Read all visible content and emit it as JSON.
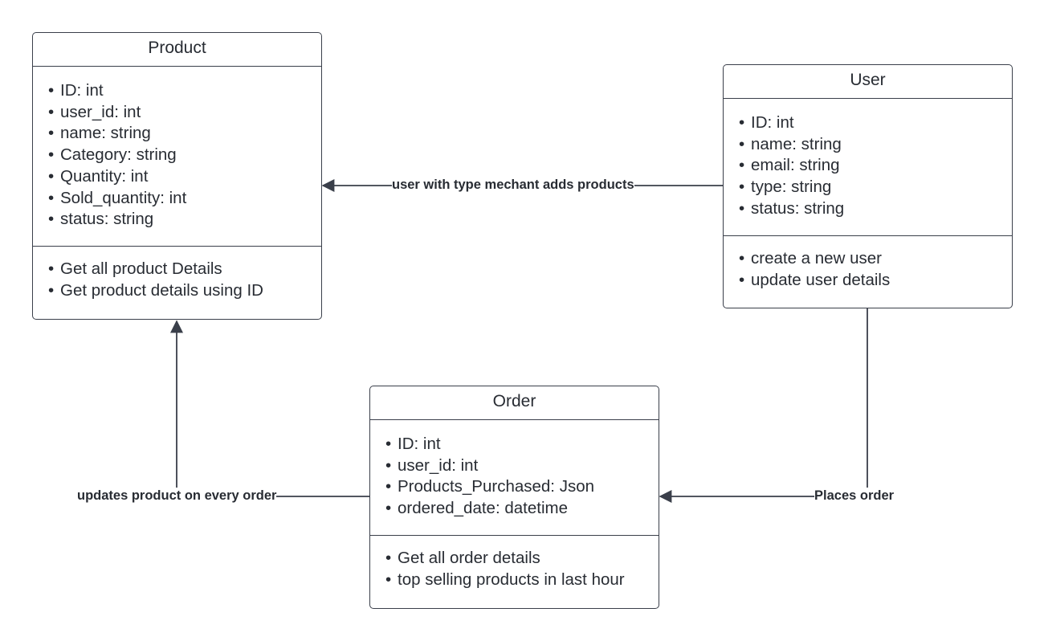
{
  "classes": {
    "product": {
      "title": "Product",
      "attributes": [
        "ID: int",
        "user_id: int",
        "name: string",
        "Category: string",
        "Quantity: int",
        "Sold_quantity: int",
        "status: string"
      ],
      "methods": [
        "Get all product Details",
        "Get product details using ID"
      ]
    },
    "user": {
      "title": "User",
      "attributes": [
        "ID: int",
        "name: string",
        "email: string",
        "type: string",
        "status: string"
      ],
      "methods": [
        "create a new user",
        "update user details"
      ]
    },
    "order": {
      "title": "Order",
      "attributes": [
        "ID: int",
        "user_id: int",
        "Products_Purchased: Json",
        "ordered_date: datetime"
      ],
      "methods": [
        "Get all order details",
        "top selling products in last hour"
      ]
    }
  },
  "relationships": {
    "user_product": "user with type mechant adds products",
    "user_order": "Places order",
    "order_product": "updates product on every order"
  },
  "colors": {
    "line": "#3a3f4a",
    "text": "#282c33"
  }
}
